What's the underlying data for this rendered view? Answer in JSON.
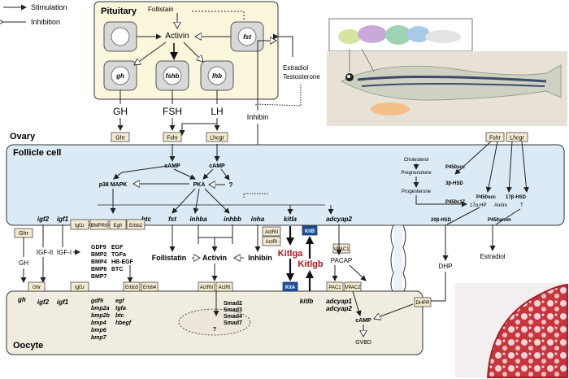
{
  "legend": {
    "stimulation": "Stimulation",
    "inhibition": "Inhibition"
  },
  "pituitary": {
    "title": "Pituitary",
    "follistatin": "Follistain",
    "activin": "Activin",
    "fst": "fst",
    "gh": "gh",
    "fshb": "fshb",
    "lhb": "lhb"
  },
  "hormones": {
    "gh": "GH",
    "fsh": "FSH",
    "lh": "LH",
    "inhibin": "Inhibin",
    "estradiol": "Estradiol",
    "testosterone": "Testosterone"
  },
  "receptors_top": {
    "ghr": "Ghr",
    "fshr": "Fshr",
    "lhcgr": "Lhcgr",
    "fshr_right": "Fshr",
    "lhcgr_right": "Lhcgr"
  },
  "ovary": {
    "label": "Ovary"
  },
  "follicle": {
    "title": "Follicle cell",
    "camp1": "cAMP",
    "camp2": "cAMP",
    "p38": "p38 MAPK",
    "pka": "PKA",
    "question": "?",
    "genes": {
      "igf2": "igf2",
      "igf1": "igf1",
      "btc": "btc",
      "fst": "fst",
      "inhba": "inhba",
      "inhbb": "inhbb",
      "inha": "inha",
      "kitla": "kitla",
      "adcyap2": "adcyap2"
    },
    "receptors": {
      "igf1r": "Igf1r",
      "bmpr": "BMPRII",
      "egfr": "Egfr",
      "erbb2": "Erbb2",
      "actrii": "ActRII",
      "actri": "ActRI",
      "kitb": "KitB",
      "vpac1": "VPAC1"
    },
    "steroid": {
      "cholesterol": "Cholesterol",
      "p450scc": "P450scc",
      "pregnenolone": "Pregnenolone",
      "hsd3b": "3β-HSD",
      "progesterone": "Progesterone",
      "p450c17": "P450c17",
      "ohp": "17α-HP",
      "andro": "Andro",
      "t": "T",
      "p450scc2": "P450scc",
      "hsd17b": "17β-HSD",
      "hsd20b": "20β-HSD",
      "p450arom": "P450arom"
    }
  },
  "middle": {
    "ghr": "Ghr",
    "gh": "GH",
    "igfii": "IGF-II",
    "igfi": "IGF-I",
    "gdf_list": [
      "GDF9",
      "BMP2",
      "BMP4",
      "BMP6",
      "BMP7"
    ],
    "egf_list": [
      "EGF",
      "TGFa",
      "HB-EGF",
      "BTC"
    ],
    "follistatin": "Follistatin",
    "activin": "Activin",
    "inhibin": "Inhibin",
    "kitlga": "Kitlga",
    "kitlgb": "Kitlgb",
    "pacap": "PACAP",
    "dhp": "DHP",
    "estradiol": "Estradiol"
  },
  "oocyte": {
    "title": "Oocyte",
    "ghr": "Ghr",
    "igf1r": "Igf1r",
    "erbb3": "Erbb3",
    "erbb4": "Erbb4",
    "actrii": "ActRII",
    "actri": "ActRI",
    "kita": "KitA",
    "pac1": "PAC1",
    "vpac2": "VPAC2",
    "dhpr": "DHPR",
    "gh": "gh",
    "igf2": "igf2",
    "igf1": "igf1",
    "gdf_genes": [
      "gdf9",
      "bmp2a",
      "bmp2b",
      "bmp4",
      "bmp6",
      "bmp7"
    ],
    "egf_genes": [
      "egf",
      "tgfa",
      "btc",
      "hbegf"
    ],
    "smads": [
      "Smad2",
      "Smad3",
      "Smad4",
      "Smad7"
    ],
    "q": "?",
    "kitlb": "kitlb",
    "adcyap": [
      "adcyap1",
      "adcyap2"
    ],
    "camp": "cAMP",
    "gvbd": "GVBD"
  },
  "colors": {
    "pituitary_bg": "#fbf7dc",
    "follicle_bg": "#dbeaf4",
    "oocyte_bg": "#f1ece0",
    "red": "#b5121b",
    "blue": "#1b4f9c"
  }
}
